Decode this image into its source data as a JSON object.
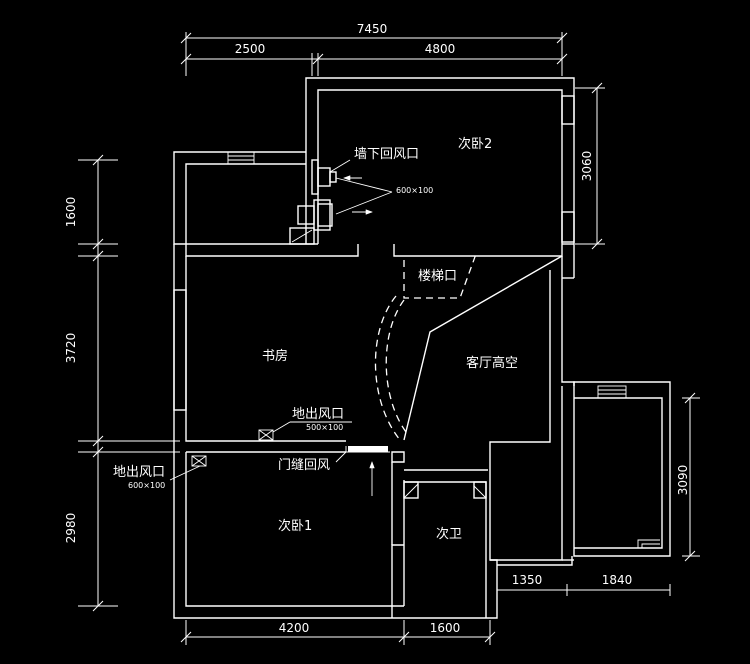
{
  "dimensions": {
    "top_total": "7450",
    "top_left": "2500",
    "top_right": "4800",
    "left_upper": "1600",
    "left_middle": "3720",
    "left_lower": "2980",
    "right_upper": "3060",
    "right_lower": "3090",
    "bottom_left": "4200",
    "bottom_right": "1600",
    "balcony_left": "1350",
    "balcony_right": "1840"
  },
  "rooms": {
    "bedroom2": "次卧2",
    "stairwell": "楼梯口",
    "study": "书房",
    "living_void": "客厅高空",
    "bedroom1": "次卧1",
    "bathroom": "次卫"
  },
  "annotations": {
    "wall_return_vent": "墙下回风口",
    "vent_size_upper": "600×100",
    "floor_vent_study": "地出风口",
    "vent_size_study": "500×100",
    "door_gap_return": "门缝回风",
    "floor_vent_bedroom": "地出风口",
    "vent_size_bedroom": "600×100"
  }
}
